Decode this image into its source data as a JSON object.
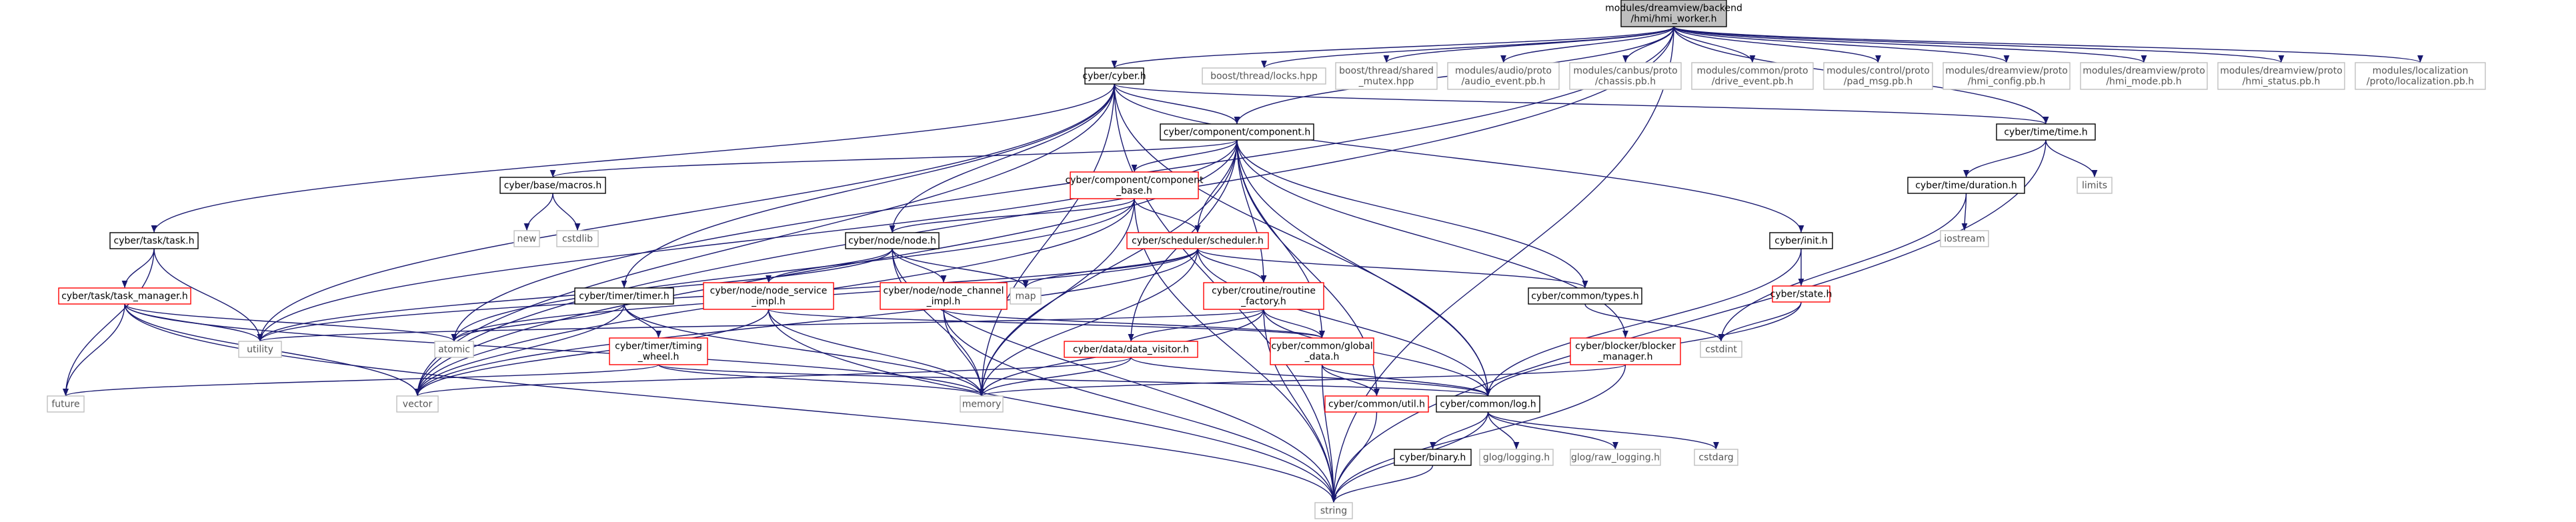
{
  "nodes": {
    "hmi_worker": {
      "lines": [
        "modules/dreamview/backend",
        "/hmi/hmi_worker.h"
      ],
      "kind": "root"
    },
    "cyber_h": {
      "lines": [
        "cyber/cyber.h"
      ],
      "kind": "black"
    },
    "boost_locks": {
      "lines": [
        "boost/thread/locks.hpp"
      ],
      "kind": "ext"
    },
    "boost_shared_mutex": {
      "lines": [
        "boost/thread/shared",
        "_mutex.hpp"
      ],
      "kind": "ext"
    },
    "audio_event": {
      "lines": [
        "modules/audio/proto",
        "/audio_event.pb.h"
      ],
      "kind": "ext"
    },
    "chassis": {
      "lines": [
        "modules/canbus/proto",
        "/chassis.pb.h"
      ],
      "kind": "ext"
    },
    "drive_event": {
      "lines": [
        "modules/common/proto",
        "/drive_event.pb.h"
      ],
      "kind": "ext"
    },
    "pad_msg": {
      "lines": [
        "modules/control/proto",
        "/pad_msg.pb.h"
      ],
      "kind": "ext"
    },
    "hmi_config": {
      "lines": [
        "modules/dreamview/proto",
        "/hmi_config.pb.h"
      ],
      "kind": "ext"
    },
    "hmi_mode": {
      "lines": [
        "modules/dreamview/proto",
        "/hmi_mode.pb.h"
      ],
      "kind": "ext"
    },
    "hmi_status": {
      "lines": [
        "modules/dreamview/proto",
        "/hmi_status.pb.h"
      ],
      "kind": "ext"
    },
    "localization": {
      "lines": [
        "modules/localization",
        "/proto/localization.pb.h"
      ],
      "kind": "ext"
    },
    "component_h": {
      "lines": [
        "cyber/component/component.h"
      ],
      "kind": "black"
    },
    "time_h": {
      "lines": [
        "cyber/time/time.h"
      ],
      "kind": "black"
    },
    "limits": {
      "lines": [
        "limits"
      ],
      "kind": "ext"
    },
    "duration_h": {
      "lines": [
        "cyber/time/duration.h"
      ],
      "kind": "black"
    },
    "iostream": {
      "lines": [
        "iostream"
      ],
      "kind": "ext"
    },
    "task_h": {
      "lines": [
        "cyber/task/task.h"
      ],
      "kind": "black"
    },
    "macros_h": {
      "lines": [
        "cyber/base/macros.h"
      ],
      "kind": "black"
    },
    "new": {
      "lines": [
        "new"
      ],
      "kind": "ext"
    },
    "cstdlib": {
      "lines": [
        "cstdlib"
      ],
      "kind": "ext"
    },
    "component_base": {
      "lines": [
        "cyber/component/component",
        "_base.h"
      ],
      "kind": "red"
    },
    "node_h": {
      "lines": [
        "cyber/node/node.h"
      ],
      "kind": "black"
    },
    "scheduler_h": {
      "lines": [
        "cyber/scheduler/scheduler.h"
      ],
      "kind": "red"
    },
    "init_h": {
      "lines": [
        "cyber/init.h"
      ],
      "kind": "black"
    },
    "state_h": {
      "lines": [
        "cyber/state.h"
      ],
      "kind": "red"
    },
    "task_manager": {
      "lines": [
        "cyber/task/task_manager.h"
      ],
      "kind": "red"
    },
    "timer_h": {
      "lines": [
        "cyber/timer/timer.h"
      ],
      "kind": "black"
    },
    "node_service": {
      "lines": [
        "cyber/node/node_service",
        "_impl.h"
      ],
      "kind": "red"
    },
    "node_channel": {
      "lines": [
        "cyber/node/node_channel",
        "_impl.h"
      ],
      "kind": "red"
    },
    "map": {
      "lines": [
        "map"
      ],
      "kind": "ext"
    },
    "routine_factory": {
      "lines": [
        "cyber/croutine/routine",
        "_factory.h"
      ],
      "kind": "red"
    },
    "types_h": {
      "lines": [
        "cyber/common/types.h"
      ],
      "kind": "black"
    },
    "cstdint": {
      "lines": [
        "cstdint"
      ],
      "kind": "ext"
    },
    "utility": {
      "lines": [
        "utility"
      ],
      "kind": "ext"
    },
    "atomic": {
      "lines": [
        "atomic"
      ],
      "kind": "ext"
    },
    "timing_wheel": {
      "lines": [
        "cyber/timer/timing",
        "_wheel.h"
      ],
      "kind": "red"
    },
    "data_visitor": {
      "lines": [
        "cyber/data/data_visitor.h"
      ],
      "kind": "red"
    },
    "global_data": {
      "lines": [
        "cyber/common/global",
        "_data.h"
      ],
      "kind": "red"
    },
    "blocker_manager": {
      "lines": [
        "cyber/blocker/blocker",
        "_manager.h"
      ],
      "kind": "red"
    },
    "future": {
      "lines": [
        "future"
      ],
      "kind": "ext"
    },
    "vector": {
      "lines": [
        "vector"
      ],
      "kind": "ext"
    },
    "memory": {
      "lines": [
        "memory"
      ],
      "kind": "ext"
    },
    "log_h": {
      "lines": [
        "cyber/common/log.h"
      ],
      "kind": "black"
    },
    "util_h": {
      "lines": [
        "cyber/common/util.h"
      ],
      "kind": "red"
    },
    "binary_h": {
      "lines": [
        "cyber/binary.h"
      ],
      "kind": "black"
    },
    "glog_logging": {
      "lines": [
        "glog/logging.h"
      ],
      "kind": "ext"
    },
    "glog_raw": {
      "lines": [
        "glog/raw_logging.h"
      ],
      "kind": "ext"
    },
    "cstdarg": {
      "lines": [
        "cstdarg"
      ],
      "kind": "ext"
    },
    "string": {
      "lines": [
        "string"
      ],
      "kind": "ext"
    }
  },
  "edges": [
    [
      "hmi_worker",
      "cyber_h"
    ],
    [
      "hmi_worker",
      "boost_locks"
    ],
    [
      "hmi_worker",
      "boost_shared_mutex"
    ],
    [
      "hmi_worker",
      "audio_event"
    ],
    [
      "hmi_worker",
      "chassis"
    ],
    [
      "hmi_worker",
      "drive_event"
    ],
    [
      "hmi_worker",
      "pad_msg"
    ],
    [
      "hmi_worker",
      "hmi_config"
    ],
    [
      "hmi_worker",
      "hmi_mode"
    ],
    [
      "hmi_worker",
      "hmi_status"
    ],
    [
      "hmi_worker",
      "localization"
    ],
    [
      "hmi_worker",
      "time_h"
    ],
    [
      "hmi_worker",
      "component_h"
    ],
    [
      "hmi_worker",
      "string"
    ],
    [
      "hmi_worker",
      "vector"
    ],
    [
      "hmi_worker",
      "atomic"
    ],
    [
      "cyber_h",
      "component_h"
    ],
    [
      "cyber_h",
      "time_h"
    ],
    [
      "cyber_h",
      "task_h"
    ],
    [
      "cyber_h",
      "node_h"
    ],
    [
      "cyber_h",
      "init_h"
    ],
    [
      "cyber_h",
      "timer_h"
    ],
    [
      "cyber_h",
      "utility"
    ],
    [
      "cyber_h",
      "memory"
    ],
    [
      "cyber_h",
      "string"
    ],
    [
      "cyber_h",
      "log_h"
    ],
    [
      "cyber_h",
      "vector"
    ],
    [
      "component_h",
      "macros_h"
    ],
    [
      "component_h",
      "component_base"
    ],
    [
      "component_h",
      "scheduler_h"
    ],
    [
      "component_h",
      "types_h"
    ],
    [
      "component_h",
      "routine_factory"
    ],
    [
      "component_h",
      "data_visitor"
    ],
    [
      "component_h",
      "global_data"
    ],
    [
      "component_h",
      "blocker_manager"
    ],
    [
      "component_h",
      "log_h"
    ],
    [
      "component_h",
      "util_h"
    ],
    [
      "component_h",
      "memory"
    ],
    [
      "component_h",
      "utility"
    ],
    [
      "component_h",
      "vector"
    ],
    [
      "time_h",
      "duration_h"
    ],
    [
      "time_h",
      "limits"
    ],
    [
      "time_h",
      "string"
    ],
    [
      "duration_h",
      "iostream"
    ],
    [
      "duration_h",
      "cstdint"
    ],
    [
      "macros_h",
      "new"
    ],
    [
      "macros_h",
      "cstdlib"
    ],
    [
      "task_h",
      "task_manager"
    ],
    [
      "task_h",
      "future"
    ],
    [
      "task_h",
      "utility"
    ],
    [
      "component_base",
      "node_h"
    ],
    [
      "component_base",
      "scheduler_h"
    ],
    [
      "component_base",
      "memory"
    ],
    [
      "component_base",
      "atomic"
    ],
    [
      "component_base",
      "vector"
    ],
    [
      "component_base",
      "string"
    ],
    [
      "node_h",
      "node_service"
    ],
    [
      "node_h",
      "node_channel"
    ],
    [
      "node_h",
      "map"
    ],
    [
      "node_h",
      "memory"
    ],
    [
      "node_h",
      "utility"
    ],
    [
      "node_h",
      "string"
    ],
    [
      "scheduler_h",
      "routine_factory"
    ],
    [
      "scheduler_h",
      "types_h"
    ],
    [
      "scheduler_h",
      "map"
    ],
    [
      "scheduler_h",
      "atomic"
    ],
    [
      "scheduler_h",
      "memory"
    ],
    [
      "scheduler_h",
      "vector"
    ],
    [
      "scheduler_h",
      "log_h"
    ],
    [
      "scheduler_h",
      "utility"
    ],
    [
      "init_h",
      "state_h"
    ],
    [
      "init_h",
      "log_h"
    ],
    [
      "state_h",
      "cstdint"
    ],
    [
      "state_h",
      "log_h"
    ],
    [
      "task_manager",
      "atomic"
    ],
    [
      "task_manager",
      "future"
    ],
    [
      "task_manager",
      "utility"
    ],
    [
      "task_manager",
      "vector"
    ],
    [
      "task_manager",
      "string"
    ],
    [
      "task_manager",
      "memory"
    ],
    [
      "timer_h",
      "timing_wheel"
    ],
    [
      "timer_h",
      "atomic"
    ],
    [
      "timer_h",
      "memory"
    ],
    [
      "timer_h",
      "vector"
    ],
    [
      "node_service",
      "global_data"
    ],
    [
      "node_service",
      "memory"
    ],
    [
      "node_service",
      "string"
    ],
    [
      "node_service",
      "vector"
    ],
    [
      "node_channel",
      "global_data"
    ],
    [
      "node_channel",
      "memory"
    ],
    [
      "node_channel",
      "string"
    ],
    [
      "routine_factory",
      "data_visitor"
    ],
    [
      "routine_factory",
      "global_data"
    ],
    [
      "routine_factory",
      "log_h"
    ],
    [
      "routine_factory",
      "memory"
    ],
    [
      "routine_factory",
      "utility"
    ],
    [
      "routine_factory",
      "string"
    ],
    [
      "types_h",
      "cstdint"
    ],
    [
      "timing_wheel",
      "future"
    ],
    [
      "timing_wheel",
      "memory"
    ],
    [
      "timing_wheel",
      "log_h"
    ],
    [
      "data_visitor",
      "log_h"
    ],
    [
      "data_visitor",
      "memory"
    ],
    [
      "data_visitor",
      "vector"
    ],
    [
      "global_data",
      "util_h"
    ],
    [
      "global_data",
      "log_h"
    ],
    [
      "global_data",
      "string"
    ],
    [
      "blocker_manager",
      "memory"
    ],
    [
      "blocker_manager",
      "string"
    ],
    [
      "log_h",
      "binary_h"
    ],
    [
      "log_h",
      "glog_logging"
    ],
    [
      "log_h",
      "glog_raw"
    ],
    [
      "log_h",
      "cstdarg"
    ],
    [
      "log_h",
      "string"
    ],
    [
      "util_h",
      "string"
    ],
    [
      "binary_h",
      "string"
    ]
  ],
  "colors": {
    "edge": "#191970",
    "root_fill": "#bfbfbf",
    "box_stroke_black": "#000000",
    "box_stroke_red": "#ff0000",
    "box_stroke_ext": "#bfbfbf",
    "text_ext": "#555555"
  }
}
